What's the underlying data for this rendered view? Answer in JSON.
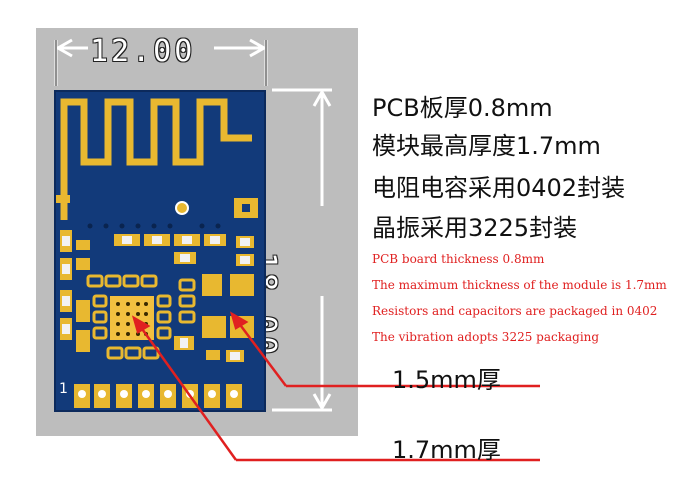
{
  "dimensions": {
    "width_label": "12.00",
    "height_label": "18.00"
  },
  "pcb": {
    "pin1_label": "1"
  },
  "specs_cn": [
    "PCB板厚0.8mm",
    "模块最高厚度1.7mm",
    "电阻电容采用0402封装",
    "晶振采用3225封装"
  ],
  "specs_en": [
    "PCB board thickness 0.8mm",
    "The maximum thickness of the module is 1.7mm",
    "Resistors and capacitors are packaged in 0402",
    "The vibration adopts 3225 packaging"
  ],
  "callouts": {
    "crystal_thickness": "1.5mm厚",
    "chip_thickness": "1.7mm厚"
  },
  "colors": {
    "pcb": "#123a7a",
    "gold": "#e8b830",
    "annotation_red": "#e02020",
    "photo_bg": "#bdbdbd"
  }
}
